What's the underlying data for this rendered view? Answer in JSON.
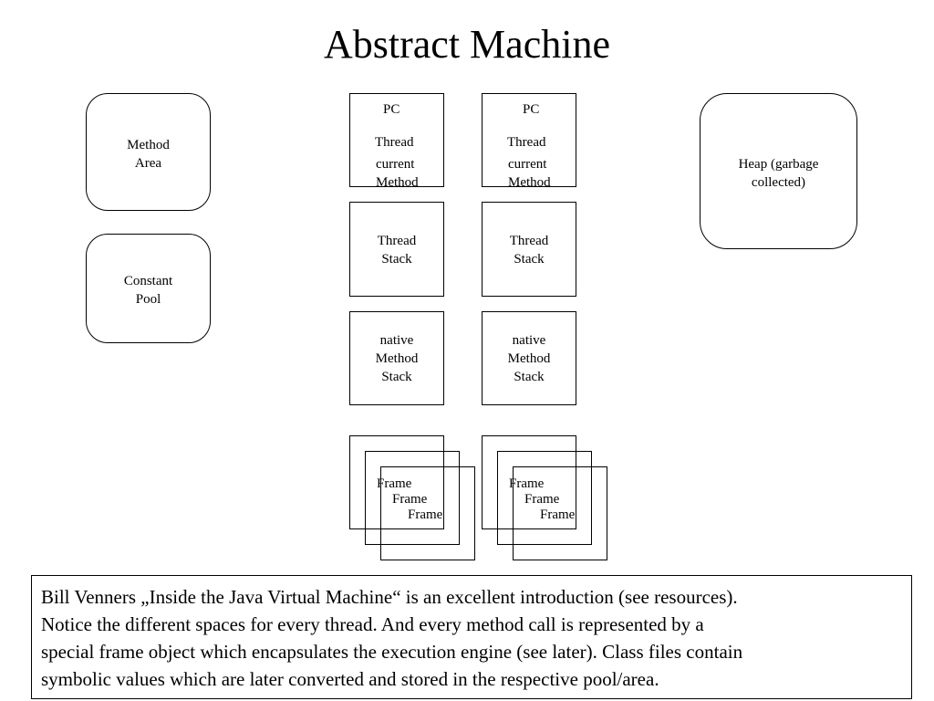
{
  "title": "Abstract Machine",
  "method_area": {
    "line1": "Method",
    "line2": "Area"
  },
  "constant_pool": {
    "line1": "Constant",
    "line2": "Pool"
  },
  "heap": {
    "line1": "Heap (garbage",
    "line2": "collected)"
  },
  "threads": [
    {
      "pc": "PC",
      "thread_label": "Thread",
      "current": "current",
      "method": "Method",
      "stack": {
        "line1": "Thread",
        "line2": "Stack"
      },
      "native": {
        "line1": "native",
        "line2": "Method",
        "line3": "Stack"
      },
      "frames": [
        "Frame",
        "Frame",
        "Frame"
      ]
    },
    {
      "pc": "PC",
      "thread_label": "Thread",
      "current": "current",
      "method": "Method",
      "stack": {
        "line1": "Thread",
        "line2": "Stack"
      },
      "native": {
        "line1": "native",
        "line2": "Method",
        "line3": "Stack"
      },
      "frames": [
        "Frame",
        "Frame",
        "Frame"
      ]
    }
  ],
  "caption": {
    "line1": "Bill Venners „Inside the Java Virtual Machine“ is an excellent introduction (see resources).",
    "line2": "Notice the different spaces for every thread. And every method call is represented by a",
    "line3": "special frame object which encapsulates the execution engine (see later). Class files contain",
    "line4": "symbolic values which are later converted and stored in the respective pool/area."
  }
}
